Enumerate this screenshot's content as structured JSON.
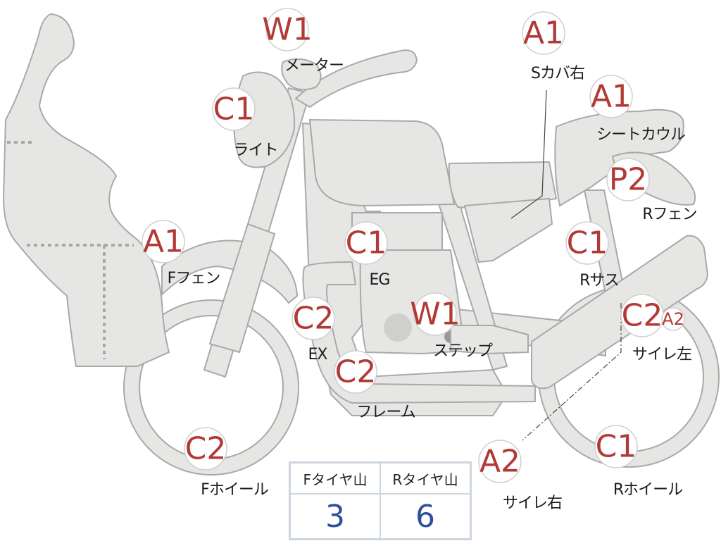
{
  "labels": {
    "meter": "メーター",
    "light": "ライト",
    "side_cover_right": "Sカバ右",
    "seat_cowl": "シートカウル",
    "rear_fender": "Rフェン",
    "front_fender": "Fフェン",
    "engine": "EG",
    "rear_suspension": "Rサス",
    "exhaust": "EX",
    "step": "ステップ",
    "silencer_left": "サイレ左",
    "frame": "フレーム",
    "front_wheel": "Fホイール",
    "silencer_right": "サイレ右",
    "rear_wheel": "Rホイール"
  },
  "grades": {
    "meter": "W1",
    "side_cover_right": "A1",
    "seat_cowl": "A1",
    "light": "C1",
    "rear_fender": "P2",
    "front_fender": "A1",
    "engine": "C1",
    "rear_suspension": "C1",
    "exhaust": "C2",
    "step": "W1",
    "silencer_left_main": "C2",
    "silencer_left_sub": "A2",
    "frame": "C2",
    "front_wheel": "C2",
    "silencer_right": "A2",
    "rear_wheel": "C1"
  },
  "tire_table": {
    "headers": [
      "Fタイヤ山",
      "Rタイヤ山"
    ],
    "values": [
      "3",
      "6"
    ]
  },
  "colors": {
    "grade": "#b23a36",
    "part_fill": "#e6e6e4",
    "part_stroke": "#a9a9a9",
    "tire_value": "#2f4f9b"
  }
}
